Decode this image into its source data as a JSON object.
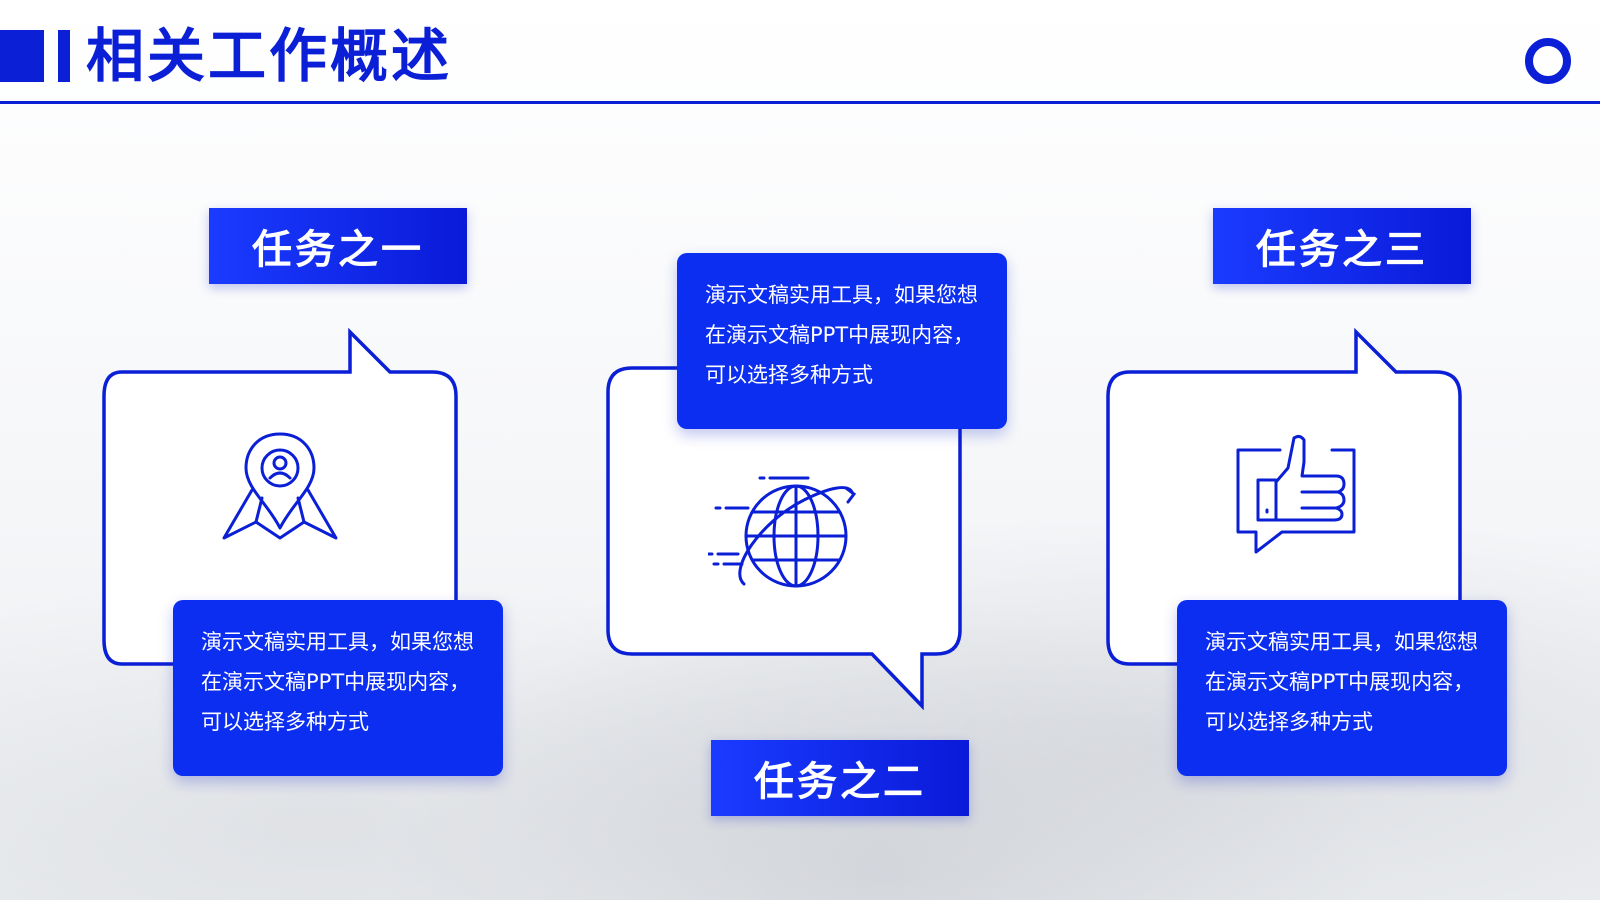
{
  "header": {
    "title": "相关工作概述"
  },
  "tasks": [
    {
      "label": "任务之一",
      "text": "演示文稿实用工具，如果您想在演示文稿PPT中展现内容，可以选择多种方式",
      "icon": "map-pin-person-icon"
    },
    {
      "label": "任务之二",
      "text": "演示文稿实用工具，如果您想在演示文稿PPT中展现内容，可以选择多种方式",
      "icon": "globe-icon"
    },
    {
      "label": "任务之三",
      "text": "演示文稿实用工具，如果您想在演示文稿PPT中展现内容，可以选择多种方式",
      "icon": "thumbs-up-icon"
    }
  ],
  "colors": {
    "accent": "#0a1fd6",
    "card": "#0c2ef0"
  }
}
